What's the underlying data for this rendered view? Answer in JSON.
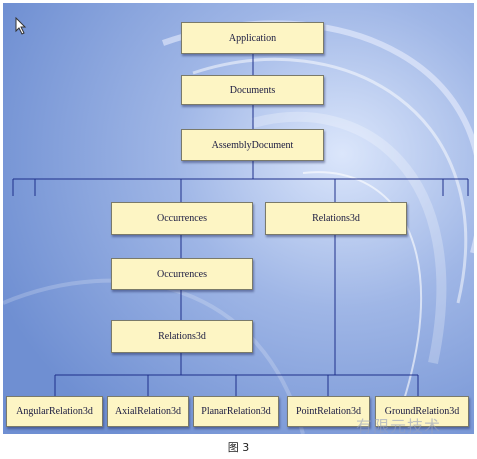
{
  "diagram": {
    "nodes": {
      "application": "Application",
      "documents": "Documents",
      "assembly_document": "AssemblyDocument",
      "occurrences_1": "Occurrences",
      "relations3d_top": "Relations3d",
      "occurrences_2": "Occurrences",
      "relations3d_bottom": "Relations3d",
      "angular_relation": "AngularRelation3d",
      "axial_relation": "AxialRelation3d",
      "planar_relation": "PlanarRelation3d",
      "point_relation": "PointRelation3d",
      "ground_relation": "GroundRelation3d"
    },
    "edges": [
      [
        "application",
        "documents"
      ],
      [
        "documents",
        "assembly_document"
      ],
      [
        "assembly_document",
        "occurrences_1"
      ],
      [
        "assembly_document",
        "relations3d_top"
      ],
      [
        "occurrences_1",
        "occurrences_2"
      ],
      [
        "occurrences_2",
        "relations3d_bottom"
      ],
      [
        "relations3d_bottom",
        "angular_relation"
      ],
      [
        "relations3d_bottom",
        "axial_relation"
      ],
      [
        "relations3d_bottom",
        "planar_relation"
      ],
      [
        "relations3d_bottom",
        "point_relation"
      ],
      [
        "relations3d_top",
        "ground_relation"
      ]
    ],
    "colors": {
      "node_fill": "#fdf5c4",
      "line": "#1e2f8a",
      "background": "#7f9bd8"
    }
  },
  "caption": "图 3",
  "watermark": "有限元技术"
}
